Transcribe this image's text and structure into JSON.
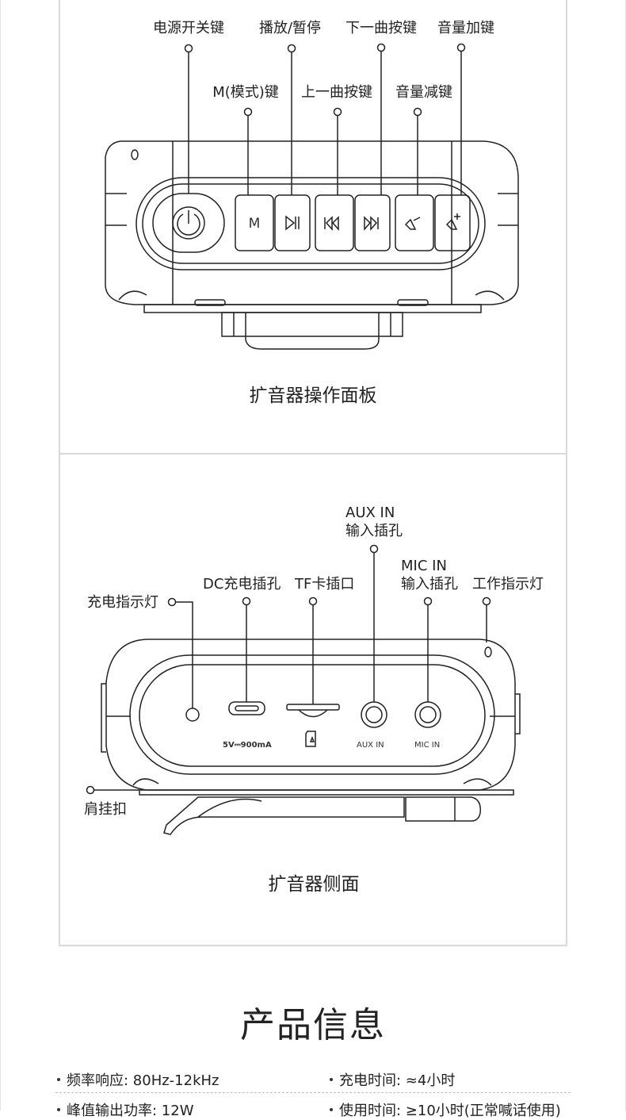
{
  "panel1": {
    "labels": {
      "power": "电源开关键",
      "play": "播放/暂停",
      "next": "下一曲按键",
      "volup": "音量加键",
      "mode": "M(模式)键",
      "prev": "上一曲按键",
      "voldown": "音量减键"
    },
    "button_m": "M",
    "caption": "扩音器操作面板"
  },
  "panel2": {
    "labels": {
      "aux_line1": "AUX IN",
      "aux_line2": "输入插孔",
      "mic_line1": "MIC IN",
      "mic_line2": "输入插孔",
      "dc": "DC充电插孔",
      "tf": "TF卡插口",
      "charge_led": "充电指示灯",
      "work_led": "工作指示灯",
      "clip": "肩挂扣"
    },
    "port_text": {
      "dc": "5V⎓900mA",
      "aux": "AUX  IN",
      "mic": "MIC  IN"
    },
    "caption": "扩音器侧面"
  },
  "info": {
    "title": "产品信息",
    "specs": [
      "频率响应: 80Hz-12kHz",
      "充电时间: ≈4小时",
      "峰值输出功率: 12W",
      "使用时间: ≥10小时(正常喊话使用)"
    ]
  }
}
